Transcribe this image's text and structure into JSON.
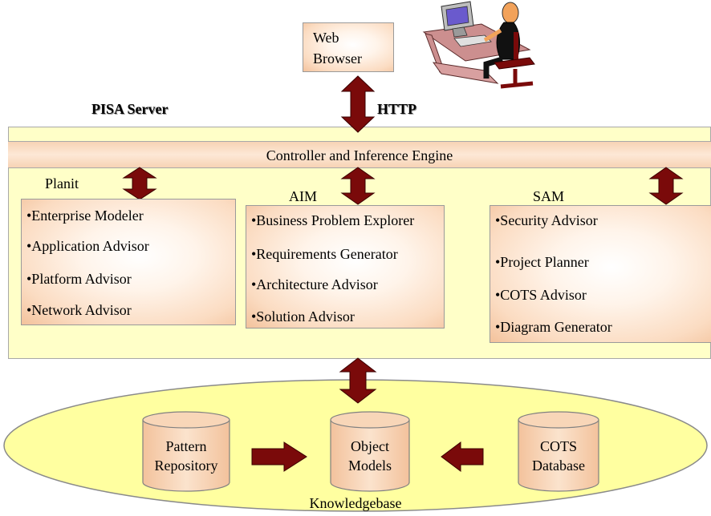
{
  "web_browser": {
    "line1": "Web",
    "line2": "Browser"
  },
  "pisa_server_label": "PISA Server",
  "http_label": "HTTP",
  "engine_label": "Controller and Inference Engine",
  "planit": {
    "title": "Planit",
    "items": [
      "•Enterprise Modeler",
      "•Application Advisor",
      "•Platform Advisor",
      "•Network Advisor"
    ]
  },
  "aim": {
    "title": "AIM",
    "items": [
      "•Business Problem Explorer",
      "•Requirements Generator",
      "•Architecture Advisor",
      "•Solution Advisor"
    ]
  },
  "sam": {
    "title": "SAM",
    "items": [
      "•Security Advisor",
      "•Project Planner",
      "•COTS Advisor",
      "•Diagram Generator"
    ]
  },
  "knowledgebase": {
    "label": "Knowledgebase",
    "pattern_repository": {
      "line1": "Pattern",
      "line2": "Repository"
    },
    "object_models": {
      "line1": "Object",
      "line2": "Models"
    },
    "cots_database": {
      "line1": "COTS",
      "line2": "Database"
    }
  },
  "colors": {
    "server_panel": "#ffffc8",
    "engine_band": "#f7d3b5",
    "arrow": "#7a0a0a",
    "cylinder": "#f6cda8",
    "knowledgebase": "#ffffa0"
  }
}
